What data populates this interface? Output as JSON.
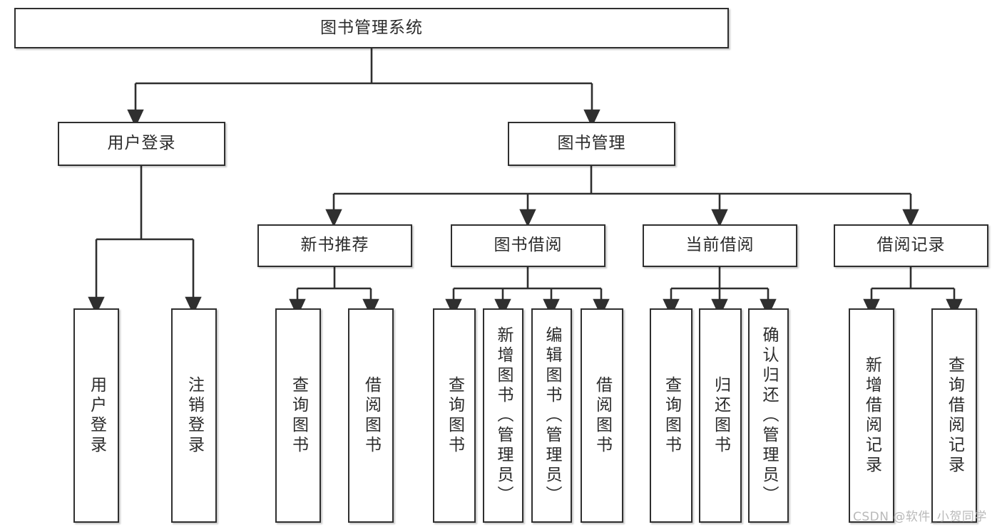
{
  "diagram": {
    "title": "图书管理系统",
    "watermark": "CSDN @软件_小贺同学",
    "levels": {
      "root": {
        "label": "图书管理系统"
      },
      "level2": [
        {
          "label": "用户登录"
        },
        {
          "label": "图书管理"
        }
      ],
      "level3": [
        {
          "label": "新书推荐"
        },
        {
          "label": "图书借阅"
        },
        {
          "label": "当前借阅"
        },
        {
          "label": "借阅记录"
        }
      ],
      "leaves": [
        {
          "label": "用户登录",
          "parent": "用户登录"
        },
        {
          "label": "注销登录",
          "parent": "用户登录"
        },
        {
          "label": "查询图书",
          "parent": "新书推荐"
        },
        {
          "label": "借阅图书",
          "parent": "新书推荐"
        },
        {
          "label": "查询图书",
          "parent": "图书借阅"
        },
        {
          "label": "新增图书（管理员）",
          "parent": "图书借阅"
        },
        {
          "label": "编辑图书（管理员）",
          "parent": "图书借阅"
        },
        {
          "label": "借阅图书",
          "parent": "图书借阅"
        },
        {
          "label": "查询图书",
          "parent": "当前借阅"
        },
        {
          "label": "归还图书",
          "parent": "当前借阅"
        },
        {
          "label": "确认归还（管理员）",
          "parent": "当前借阅"
        },
        {
          "label": "新增借阅记录",
          "parent": "借阅记录"
        },
        {
          "label": "查询借阅记录",
          "parent": "借阅记录"
        }
      ]
    },
    "colors": {
      "stroke": "#2f2f2f",
      "background": "#ffffff",
      "text": "#2b2b2b",
      "watermark": "#b9b9b9"
    }
  }
}
